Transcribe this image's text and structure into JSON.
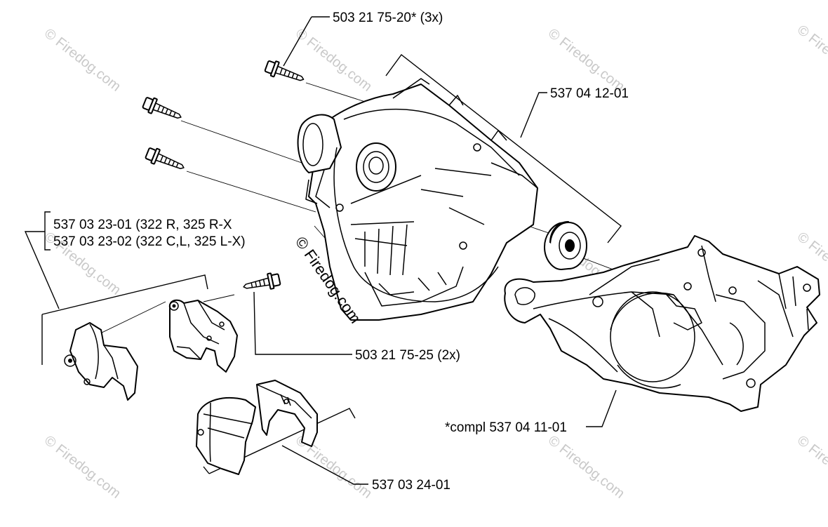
{
  "labels": {
    "screws_top": "503 21 75-20* (3x)",
    "cover": "537 04 12-01",
    "housing_a": "537 03 23-01 (322 R, 325 R-X",
    "housing_b": "537 03 23-02 (322 C,L, 325 L-X)",
    "screws_mid": "503 21 75-25 (2x)",
    "crankcase": "*compl 537 04 11-01",
    "clamp": "537 03 24-01"
  },
  "watermark": {
    "text": "© Firedog.com",
    "center_text": "© Firedog.com"
  },
  "colors": {
    "line": "#000000",
    "watermark": "#c9c9c9",
    "background": "#ffffff"
  }
}
